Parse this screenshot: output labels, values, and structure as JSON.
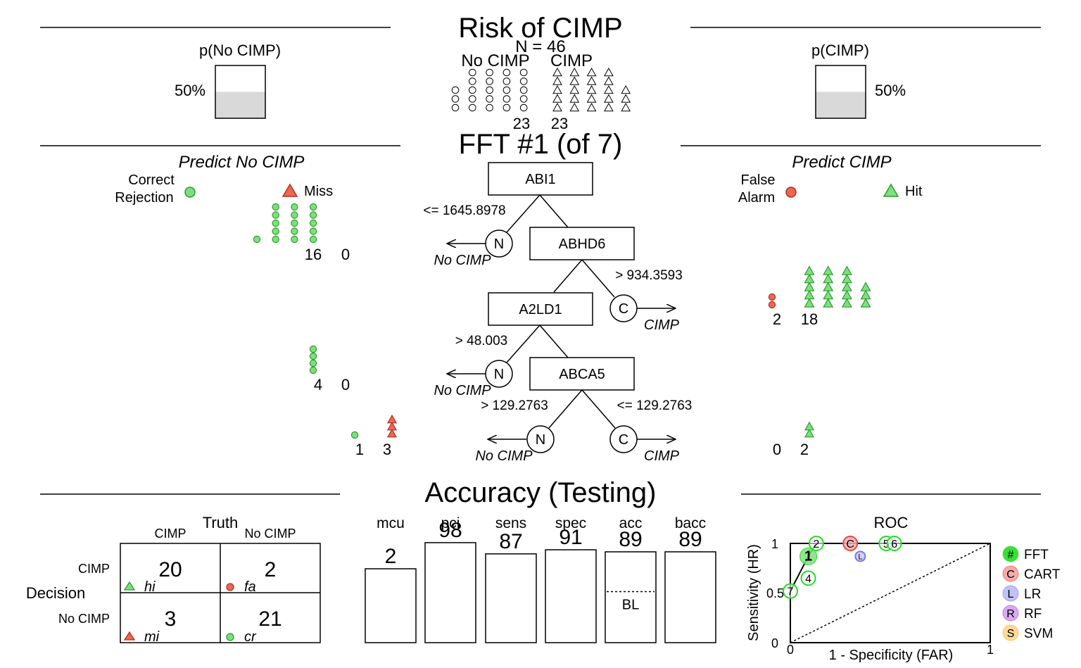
{
  "titles": {
    "risk": "Risk of CIMP",
    "n": "N = 46",
    "tree": "FFT #1 (of 7)",
    "accuracy": "Accuracy (Testing)"
  },
  "top": {
    "left_label": "p(No CIMP)",
    "left_value": "50%",
    "left_fraction": 0.5,
    "right_label": "p(CIMP)",
    "right_value": "50%",
    "right_fraction": 0.5,
    "class_no": "No CIMP",
    "class_yes": "CIMP",
    "count_no": "23",
    "count_yes": "23"
  },
  "middle": {
    "predict_left": "Predict No CIMP",
    "predict_right": "Predict CIMP",
    "legend_cr_line1": "Correct",
    "legend_cr_line2": "Rejection",
    "legend_miss": "Miss",
    "legend_fa_line1": "False",
    "legend_fa_line2": "Alarm",
    "legend_hit": "Hit",
    "nodes": [
      {
        "cue": "ABI1",
        "exit_threshold": "<= 1645.8978",
        "exit_dir": "left",
        "exit_letter": "N",
        "exit_label": "No CIMP",
        "correct": "16",
        "wrong": "0"
      },
      {
        "cue": "ABHD6",
        "exit_threshold": "> 934.3593",
        "exit_dir": "right",
        "exit_letter": "C",
        "exit_label": "CIMP",
        "correct": "18",
        "wrong": "2"
      },
      {
        "cue": "A2LD1",
        "exit_threshold": "> 48.003",
        "exit_dir": "left",
        "exit_letter": "N",
        "exit_label": "No CIMP",
        "correct": "4",
        "wrong": "0"
      },
      {
        "cue": "ABCA5",
        "exit_threshold_left": "> 129.2763",
        "exit_threshold_right": "<= 129.2763",
        "exit_label_left": "No CIMP",
        "exit_label_right": "CIMP",
        "letter_left": "N",
        "letter_right": "C",
        "left_correct": "1",
        "left_wrong": "3",
        "right_wrong": "0",
        "right_correct": "2"
      }
    ]
  },
  "bottom": {
    "truth_label": "Truth",
    "truth_cimp": "CIMP",
    "truth_no": "No CIMP",
    "decision_label": "Decision",
    "decision_cimp": "CIMP",
    "decision_no": "No CIMP",
    "cells": {
      "hi": {
        "value": "20",
        "label": "hi"
      },
      "fa": {
        "value": "2",
        "label": "fa"
      },
      "mi": {
        "value": "3",
        "label": "mi"
      },
      "cr": {
        "value": "21",
        "label": "cr"
      }
    },
    "bl_label": "BL",
    "roc": {
      "title": "ROC",
      "xlabel": "1 - Specificity (FAR)",
      "ylabel": "Sensitivity (HR)",
      "y1": "1",
      "y05": "0.5",
      "y0": "0",
      "x0": "0",
      "x1": "1",
      "legend": [
        {
          "key": "#",
          "name": "FFT",
          "color": "#22dd22"
        },
        {
          "key": "C",
          "name": "CART",
          "color": "#ee4444"
        },
        {
          "key": "L",
          "name": "LR",
          "color": "#7777ee"
        },
        {
          "key": "R",
          "name": "RF",
          "color": "#aa44dd"
        },
        {
          "key": "S",
          "name": "SVM",
          "color": "#ffaa22"
        }
      ]
    }
  },
  "colors": {
    "hit": "#7de07d",
    "hit_stroke": "#2e9a2e",
    "miss": "#ee6655",
    "miss_stroke": "#b03020",
    "base_fill": "#d9d9d9"
  },
  "chart_data": {
    "type": "bar",
    "categories": [
      "mcu",
      "pci",
      "sens",
      "spec",
      "acc",
      "bacc"
    ],
    "values": [
      2,
      98,
      87,
      91,
      89,
      89
    ],
    "value_labels": [
      "2",
      "98",
      "87",
      "91",
      "89",
      "89"
    ],
    "ylim": [
      0,
      100
    ],
    "acc_baseline": 50,
    "roc_points": [
      {
        "label": "1",
        "far": 0.09,
        "hr": 0.87,
        "model": "FFT"
      },
      {
        "label": "2",
        "far": 0.13,
        "hr": 1.0,
        "model": "FFT"
      },
      {
        "label": "4",
        "far": 0.09,
        "hr": 0.65,
        "model": "FFT"
      },
      {
        "label": "5",
        "far": 0.48,
        "hr": 1.0,
        "model": "FFT"
      },
      {
        "label": "6",
        "far": 0.52,
        "hr": 1.0,
        "model": "FFT"
      },
      {
        "label": "7",
        "far": 0.0,
        "hr": 0.52,
        "model": "FFT"
      },
      {
        "label": "C",
        "far": 0.3,
        "hr": 1.0,
        "model": "CART"
      },
      {
        "label": "L",
        "far": 0.35,
        "hr": 0.87,
        "model": "LR"
      }
    ]
  }
}
